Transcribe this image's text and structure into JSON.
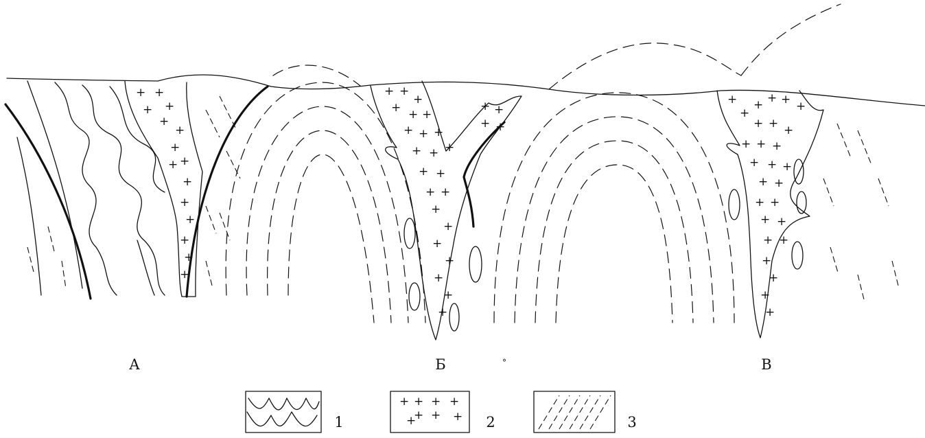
{
  "sections": [
    {
      "id": "a",
      "label": "А"
    },
    {
      "id": "b",
      "label": "Б"
    },
    {
      "id": "c",
      "label": "В"
    }
  ],
  "stray_mark": "°",
  "legend": [
    {
      "id": "1",
      "number": "1",
      "pattern": "folded-strata"
    },
    {
      "id": "2",
      "number": "2",
      "pattern": "plus-signs"
    },
    {
      "id": "3",
      "number": "3",
      "pattern": "diagonal-dashes"
    }
  ]
}
